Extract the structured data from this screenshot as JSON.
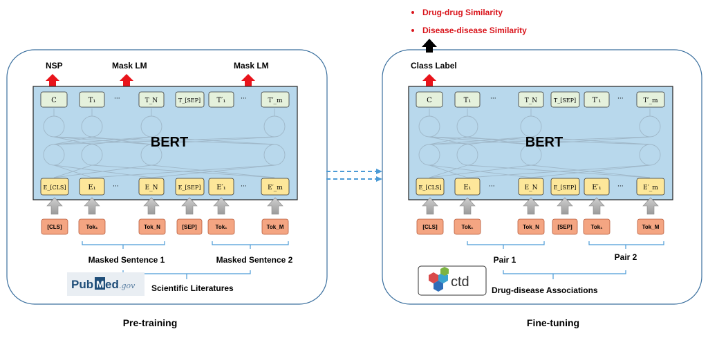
{
  "fine_tune_tasks": [
    "Drug-drug Similarity",
    "Disease-disease Similarity"
  ],
  "pretrain": {
    "caption": "Pre-training",
    "outputs": {
      "nsp": "NSP",
      "mask_lm_1": "Mask LM",
      "mask_lm_2": "Mask LM"
    },
    "model_label": "BERT",
    "t_row": [
      "C",
      "T₁",
      "T_N",
      "T_[SEP]",
      "T′₁",
      "T′_m"
    ],
    "e_row": [
      "E_[CLS]",
      "E₁",
      "E_N",
      "E_[SEP]",
      "E′₁",
      "E′_m"
    ],
    "tokens": [
      "[CLS]",
      "Tok₁",
      "Tok_N",
      "[SEP]",
      "Tok₁",
      "Tok_M"
    ],
    "ellipsis": "···",
    "groups": [
      "Masked Sentence 1",
      "Masked Sentence 2"
    ],
    "source_label": "Scientific Literatures",
    "logo_text_1": "Pub",
    "logo_text_2": "ed",
    "logo_text_3": ".gov"
  },
  "finetune": {
    "caption": "Fine-tuning",
    "output": "Class Label",
    "model_label": "BERT",
    "t_row": [
      "C",
      "T₁",
      "T_N",
      "T_[SEP]",
      "T′₁",
      "T′_m"
    ],
    "e_row": [
      "E_[CLS]",
      "E₁",
      "E_N",
      "E_[SEP]",
      "E′₁",
      "E′_m"
    ],
    "tokens": [
      "[CLS]",
      "Tok₁",
      "Tok_N",
      "[SEP]",
      "Tok₁",
      "Tok_M"
    ],
    "ellipsis": "···",
    "groups": [
      "Pair 1",
      "Pair 2"
    ],
    "source_label": "Drug-disease Associations",
    "logo_text": "ctd"
  },
  "colors": {
    "bert_fill": "#b8d8ec",
    "t_box": "#e5f1dc",
    "e_box": "#fde79a",
    "tok_box": "#f4a582",
    "red_arrow": "#e8141b",
    "task_text": "#d9141b",
    "bracket": "#4a9ad6",
    "panel_border": "#3a6f9e"
  }
}
